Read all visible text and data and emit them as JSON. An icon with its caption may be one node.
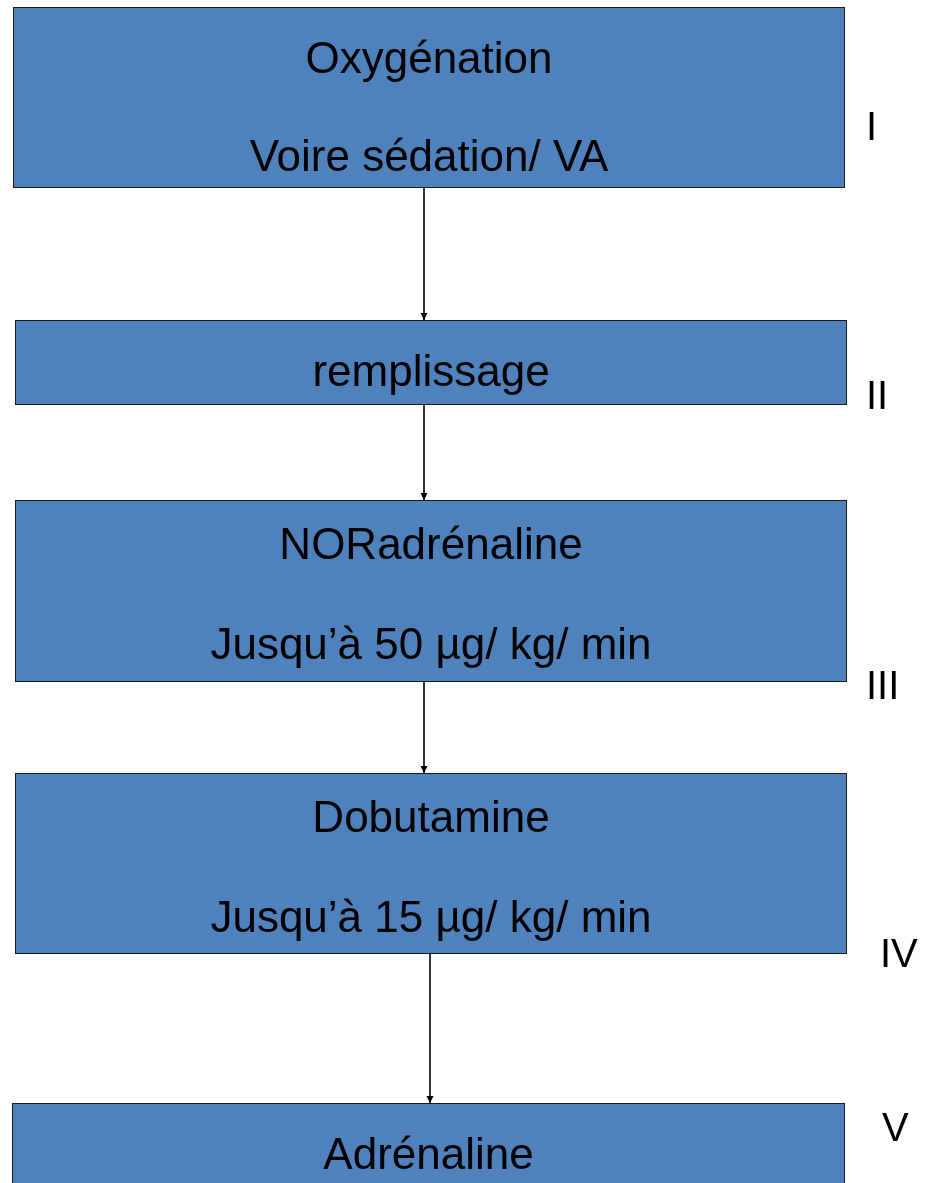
{
  "diagram": {
    "nodes": [
      {
        "text": [
          "Oxygénation",
          "Voire sédation/ VA"
        ],
        "beside": [
          "I"
        ]
      },
      {
        "text": [
          "remplissage"
        ],
        "beside": [
          "II"
        ]
      },
      {
        "text": [
          "NORadrénaline",
          "Jusqu’à 50 µg/ kg/ min"
        ],
        "beside": [
          "III"
        ]
      },
      {
        "text": [
          "Dobutamine",
          "Jusqu’à 15 µg/ kg/ min"
        ],
        "beside": [
          "IV"
        ]
      },
      {
        "text": [
          "Adrénaline"
        ],
        "beside": [
          "V"
        ]
      }
    ],
    "edges": [
      {
        "from": 0,
        "to": 1,
        "arrow": "to"
      },
      {
        "from": 1,
        "to": 2,
        "arrow": "to"
      },
      {
        "from": 2,
        "to": 3,
        "arrow": "to"
      },
      {
        "from": 3,
        "to": 4,
        "arrow": "to"
      }
    ]
  }
}
